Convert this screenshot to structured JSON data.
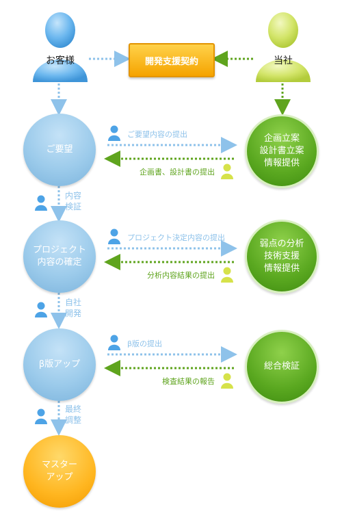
{
  "header": {
    "client_label": "お客様",
    "contract_label": "開発支援契約",
    "company_label": "当社"
  },
  "stages": [
    {
      "label": "ご要望"
    },
    {
      "label": "プロジェクト\n内容の確定"
    },
    {
      "label": "β版アップ"
    },
    {
      "label": "マスター\nアップ"
    }
  ],
  "company_actions": [
    {
      "label": "企画立案\n設計書立案\n情報提供"
    },
    {
      "label": "弱点の分析\n技術支援\n情報提供"
    },
    {
      "label": "総合検証"
    }
  ],
  "exchanges": [
    {
      "to_company": "ご要望内容の提出",
      "to_client": "企画書、設計書の提出"
    },
    {
      "to_company": "プロジェクト決定内容の提出",
      "to_client": "分析内容結果の提出"
    },
    {
      "to_company": "β版の提出",
      "to_client": "検査結果の報告"
    }
  ],
  "transitions": [
    {
      "label": "内容\n検証"
    },
    {
      "label": "自社\n開発"
    },
    {
      "label": "最終\n調整"
    }
  ],
  "colors": {
    "client_blue": "#8ec2ea",
    "company_green": "#5fa41e",
    "contract_orange": "#f5a300",
    "master_orange": "#ffb620"
  }
}
